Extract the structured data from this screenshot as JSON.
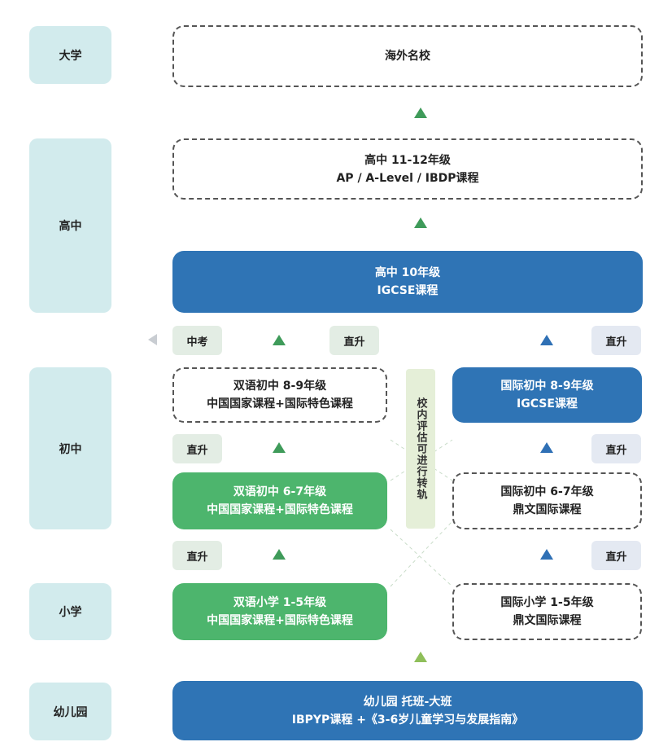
{
  "stages": {
    "university": "大学",
    "high_school": "高中",
    "middle_school": "初中",
    "primary": "小学",
    "kindergarten": "幼儿园"
  },
  "boxes": {
    "overseas": {
      "line1": "海外名校"
    },
    "hs_11_12": {
      "line1": "高中 11-12年级",
      "line2": "AP / A-Level / IBDP课程"
    },
    "hs_10": {
      "line1": "高中 10年级",
      "line2": "IGCSE课程"
    },
    "bi_ms_8_9": {
      "line1": "双语初中 8-9年级",
      "line2": "中国国家课程+国际特色课程"
    },
    "int_ms_8_9": {
      "line1": "国际初中 8-9年级",
      "line2": "IGCSE课程"
    },
    "bi_ms_6_7": {
      "line1": "双语初中 6-7年级",
      "line2": "中国国家课程+国际特色课程"
    },
    "int_ms_6_7": {
      "line1": "国际初中 6-7年级",
      "line2": "鼎文国际课程"
    },
    "bi_primary": {
      "line1": "双语小学 1-5年级",
      "line2": "中国国家课程+国际特色课程"
    },
    "int_primary": {
      "line1": "国际小学 1-5年级",
      "line2": "鼎文国际课程"
    },
    "kindergarten": {
      "line1": "幼儿园 托班-大班",
      "line2": "IBPYP课程 +《3-6岁儿童学习与发展指南》"
    }
  },
  "tags": {
    "zhongkao": "中考",
    "direct_left_top": "直升",
    "direct_right_top": "直升",
    "direct_left_mid": "直升",
    "direct_right_mid": "直升",
    "direct_left_low": "直升",
    "direct_right_low": "直升"
  },
  "transfer_note": "校内评估可进行转轨",
  "colors": {
    "stage_bg": "#d2ebed",
    "blue": "#2f74b5",
    "green": "#4db56d",
    "arrow_green": "#3f9b5a",
    "arrow_blue": "#2f70b5",
    "transfer_bg": "#e5efd8"
  }
}
